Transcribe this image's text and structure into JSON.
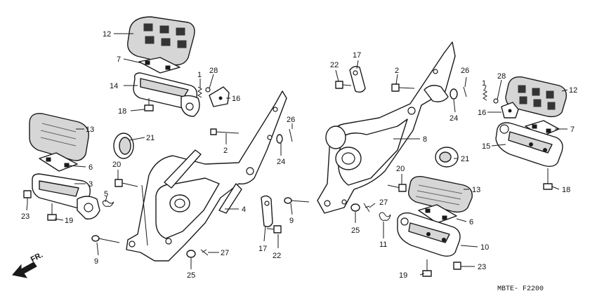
{
  "diagram_code": "MBTE- F2200",
  "direction_label": "FR.",
  "callouts": [
    {
      "id": "c12a",
      "text": "12"
    },
    {
      "id": "c7a",
      "text": "7"
    },
    {
      "id": "c1a",
      "text": "1"
    },
    {
      "id": "c28a",
      "text": "28"
    },
    {
      "id": "c14",
      "text": "14"
    },
    {
      "id": "c16a",
      "text": "16"
    },
    {
      "id": "c18a",
      "text": "18"
    },
    {
      "id": "c13a",
      "text": "13"
    },
    {
      "id": "c21a",
      "text": "21"
    },
    {
      "id": "c2a",
      "text": "2"
    },
    {
      "id": "c26a",
      "text": "26"
    },
    {
      "id": "c24a",
      "text": "24"
    },
    {
      "id": "c6a",
      "text": "6"
    },
    {
      "id": "c20a",
      "text": "20"
    },
    {
      "id": "c3",
      "text": "3"
    },
    {
      "id": "c5",
      "text": "5"
    },
    {
      "id": "c23a",
      "text": "23"
    },
    {
      "id": "c19a",
      "text": "19"
    },
    {
      "id": "c4",
      "text": "4"
    },
    {
      "id": "c9a",
      "text": "9"
    },
    {
      "id": "c9b",
      "text": "9"
    },
    {
      "id": "c17a",
      "text": "17"
    },
    {
      "id": "c22a",
      "text": "22"
    },
    {
      "id": "c27a",
      "text": "27"
    },
    {
      "id": "c25a",
      "text": "25"
    },
    {
      "id": "c22b",
      "text": "22"
    },
    {
      "id": "c17b",
      "text": "17"
    },
    {
      "id": "c2b",
      "text": "2"
    },
    {
      "id": "c26b",
      "text": "26"
    },
    {
      "id": "c24b",
      "text": "24"
    },
    {
      "id": "c28b",
      "text": "28"
    },
    {
      "id": "c1b",
      "text": "1"
    },
    {
      "id": "c12b",
      "text": "12"
    },
    {
      "id": "c16b",
      "text": "16"
    },
    {
      "id": "c7b",
      "text": "7"
    },
    {
      "id": "c8",
      "text": "8"
    },
    {
      "id": "c15",
      "text": "15"
    },
    {
      "id": "c21b",
      "text": "21"
    },
    {
      "id": "c18b",
      "text": "18"
    },
    {
      "id": "c20b",
      "text": "20"
    },
    {
      "id": "c13b",
      "text": "13"
    },
    {
      "id": "c27b",
      "text": "27"
    },
    {
      "id": "c25b",
      "text": "25"
    },
    {
      "id": "c11",
      "text": "11"
    },
    {
      "id": "c6b",
      "text": "6"
    },
    {
      "id": "c10",
      "text": "10"
    },
    {
      "id": "c19b",
      "text": "19"
    },
    {
      "id": "c23b",
      "text": "23"
    }
  ]
}
